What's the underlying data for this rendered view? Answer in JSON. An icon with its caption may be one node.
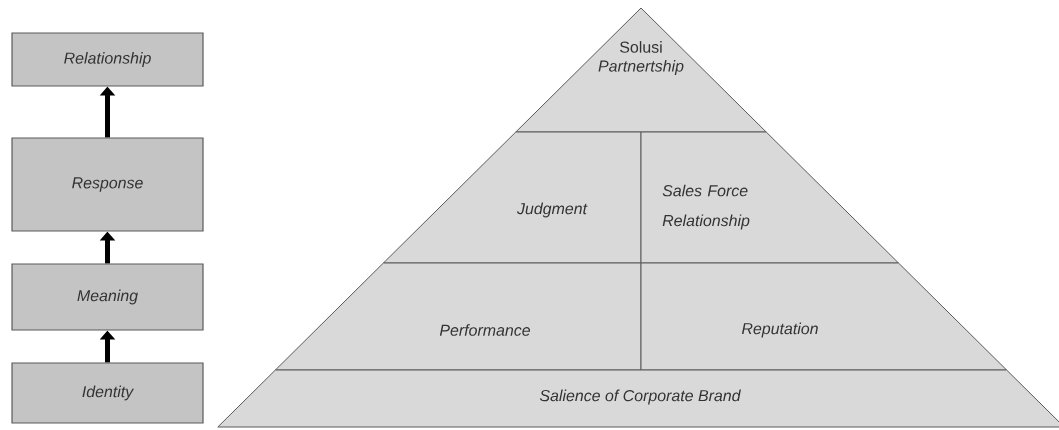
{
  "diagram": {
    "nodes": [
      {
        "text": [
          "Relationship"
        ]
      },
      {
        "text": [
          "Response"
        ]
      },
      {
        "text": [
          "Meaning"
        ]
      },
      {
        "text": [
          "Identity"
        ]
      },
      {
        "text": [
          "Solusi",
          "Partnertship"
        ]
      },
      {
        "text": [
          "Judgment"
        ]
      },
      {
        "text": [
          "Sales Force Relationship"
        ]
      },
      {
        "text": [
          "Performance"
        ]
      },
      {
        "text": [
          "Reputation"
        ]
      },
      {
        "text": [
          "Salience of Corporate Brand"
        ]
      }
    ],
    "edges": [
      {
        "from": 3,
        "to": 2,
        "arrow": "to"
      },
      {
        "from": 2,
        "to": 1,
        "arrow": "to"
      },
      {
        "from": 1,
        "to": 0,
        "arrow": "to"
      }
    ]
  }
}
